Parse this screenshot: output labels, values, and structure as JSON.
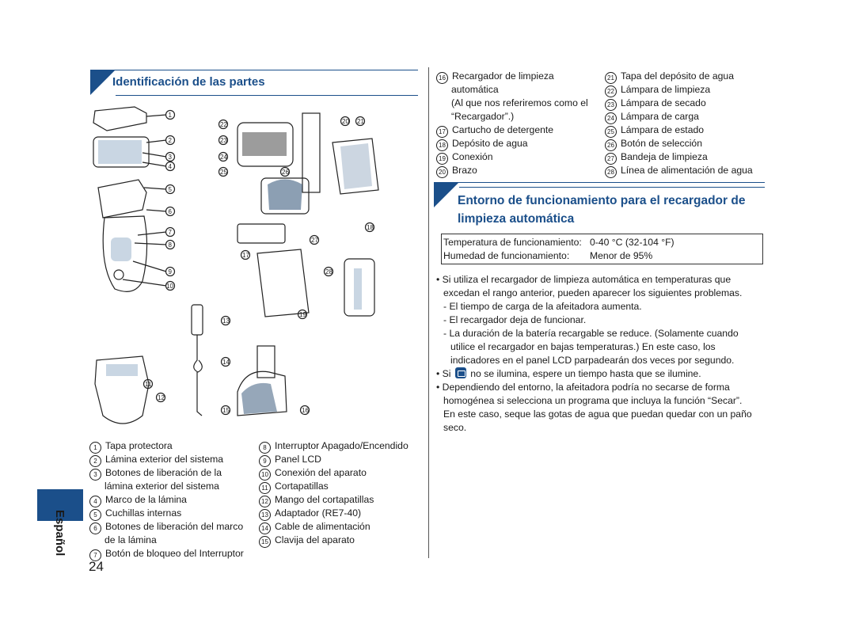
{
  "section1": {
    "title": "Identificación de las partes"
  },
  "parts_col1": [
    {
      "n": "1",
      "t": "Tapa protectora"
    },
    {
      "n": "2",
      "t": "Lámina exterior del sistema"
    },
    {
      "n": "3",
      "t": "Botones de liberación de la"
    },
    {
      "n": "",
      "t": "lámina exterior del sistema"
    },
    {
      "n": "4",
      "t": "Marco de la lámina"
    },
    {
      "n": "5",
      "t": "Cuchillas internas"
    },
    {
      "n": "6",
      "t": "Botones de liberación del marco"
    },
    {
      "n": "",
      "t": "de la lámina"
    },
    {
      "n": "7",
      "t": "Botón de bloqueo del Interruptor"
    }
  ],
  "parts_col2": [
    {
      "n": "8",
      "t": "Interruptor Apagado/Encendido"
    },
    {
      "n": "9",
      "t": "Panel LCD"
    },
    {
      "n": "10",
      "t": "Conexión del aparato"
    },
    {
      "n": "11",
      "t": "Cortapatillas"
    },
    {
      "n": "12",
      "t": "Mango del cortapatillas"
    },
    {
      "n": "13",
      "t": "Adaptador (RE7-40)"
    },
    {
      "n": "14",
      "t": "Cable de alimentación"
    },
    {
      "n": "15",
      "t": "Clavija del aparato"
    }
  ],
  "parts_col3": [
    {
      "n": "16",
      "t": "Recargador de limpieza"
    },
    {
      "n": "",
      "t": "automática"
    },
    {
      "n": "",
      "t": "(Al que nos referiremos como el"
    },
    {
      "n": "",
      "t": "“Recargador”.)"
    },
    {
      "n": "17",
      "t": "Cartucho de detergente"
    },
    {
      "n": "18",
      "t": "Depósito de agua"
    },
    {
      "n": "19",
      "t": "Conexión"
    },
    {
      "n": "20",
      "t": "Brazo"
    }
  ],
  "parts_col4": [
    {
      "n": "21",
      "t": "Tapa del depósito de agua"
    },
    {
      "n": "22",
      "t": "Lámpara de limpieza"
    },
    {
      "n": "23",
      "t": "Lámpara de secado"
    },
    {
      "n": "24",
      "t": "Lámpara de carga"
    },
    {
      "n": "25",
      "t": "Lámpara de estado"
    },
    {
      "n": "26",
      "t": "Botón de selección"
    },
    {
      "n": "27",
      "t": "Bandeja de limpieza"
    },
    {
      "n": "28",
      "t": "Línea de alimentación de agua"
    }
  ],
  "section2": {
    "title_line1": "Entorno de funcionamiento para el recargador de",
    "title_line2": "limpieza automática"
  },
  "conditions": {
    "temp_label": "Temperatura de funcionamiento:",
    "temp_value": "0-40 °C (32-104 °F)",
    "hum_label": "Humedad de funcionamiento:",
    "hum_value": "Menor de 95%"
  },
  "notes": {
    "b1_l1": "• Si utiliza el recargador de limpieza automática en temperaturas que",
    "b1_l2": "excedan el rango anterior, pueden aparecer los siguientes problemas.",
    "d1": "- El tiempo de carga de la afeitadora aumenta.",
    "d2": "- El recargador deja de funcionar.",
    "d3_l1": "- La duración de la batería recargable se reduce. (Solamente cuando",
    "d3_l2": "utilice el recargador en bajas temperaturas.) En este caso, los",
    "d3_l3": "indicadores en el panel LCD parpadearán dos veces por segundo.",
    "b2_pre": "• Si",
    "b2_post": "no se ilumina, espere un tiempo hasta que se ilumine.",
    "b3_l1": "• Dependiendo del entorno, la afeitadora podría no secarse de forma",
    "b3_l2": "homogénea si selecciona un programa que incluya la función “Secar”.",
    "b3_l3": "En este caso, seque las gotas de agua que puedan quedar con un paño",
    "b3_l4": "seco."
  },
  "side_tab": {
    "label": "Español"
  },
  "page": {
    "number": "24"
  },
  "callouts": [
    "1",
    "2",
    "3",
    "4",
    "5",
    "6",
    "7",
    "8",
    "9",
    "10",
    "11",
    "12",
    "13",
    "14",
    "15",
    "16",
    "17",
    "18",
    "19",
    "20",
    "21",
    "22",
    "23",
    "24",
    "25",
    "26",
    "27",
    "28"
  ],
  "colors": {
    "accent": "#1b4f8a"
  }
}
